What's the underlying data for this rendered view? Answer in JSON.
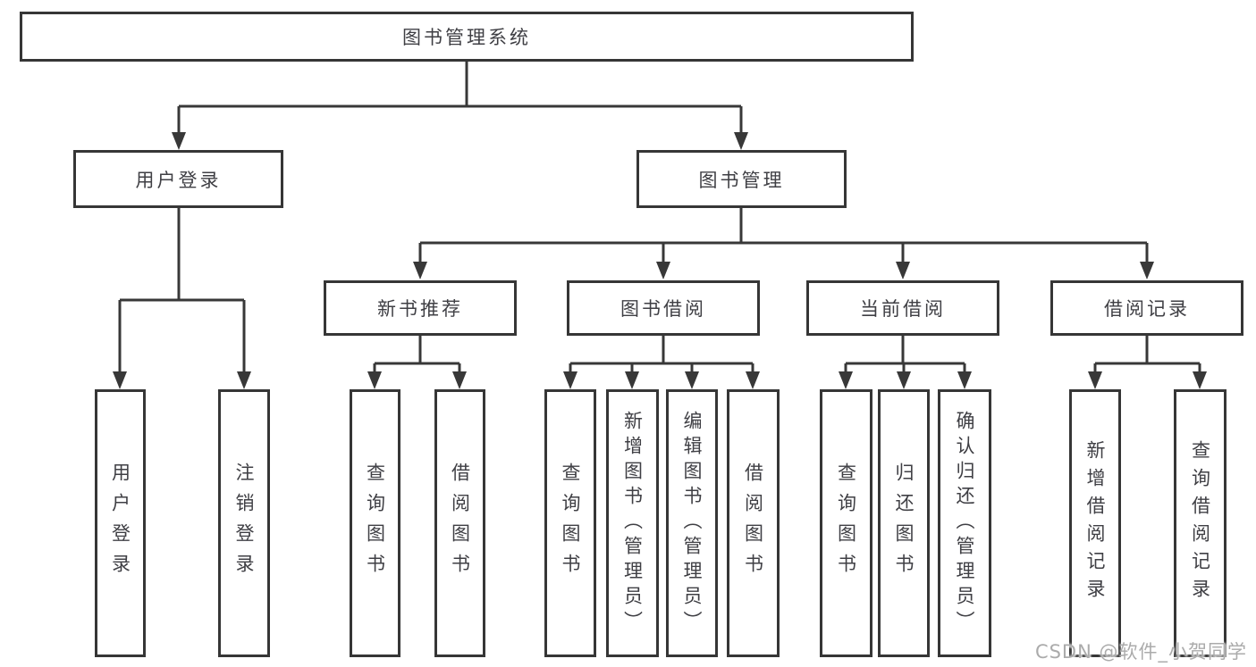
{
  "diagram": {
    "root": {
      "label": "图书管理系统",
      "children": [
        {
          "label": "用户登录",
          "children": [
            {
              "label": "用户登录"
            },
            {
              "label": "注销登录"
            }
          ]
        },
        {
          "label": "图书管理",
          "children": [
            {
              "label": "新书推荐",
              "children": [
                {
                  "label": "查询图书"
                },
                {
                  "label": "借阅图书"
                }
              ]
            },
            {
              "label": "图书借阅",
              "children": [
                {
                  "label": "查询图书"
                },
                {
                  "label": "新增图书（管理员）"
                },
                {
                  "label": "编辑图书（管理员）"
                },
                {
                  "label": "借阅图书"
                }
              ]
            },
            {
              "label": "当前借阅",
              "children": [
                {
                  "label": "查询图书"
                },
                {
                  "label": "归还图书"
                },
                {
                  "label": "确认归还（管理员）"
                }
              ]
            },
            {
              "label": "借阅记录",
              "children": [
                {
                  "label": "新增借阅记录"
                },
                {
                  "label": "查询借阅记录"
                }
              ]
            }
          ]
        }
      ]
    }
  },
  "watermark": {
    "text": "CSDN @软件_小贺同学"
  },
  "colors": {
    "line": "#383838",
    "box_border": "#363636",
    "text": "#3f3f44",
    "background": "#ffffff",
    "watermark": "#ababab"
  }
}
